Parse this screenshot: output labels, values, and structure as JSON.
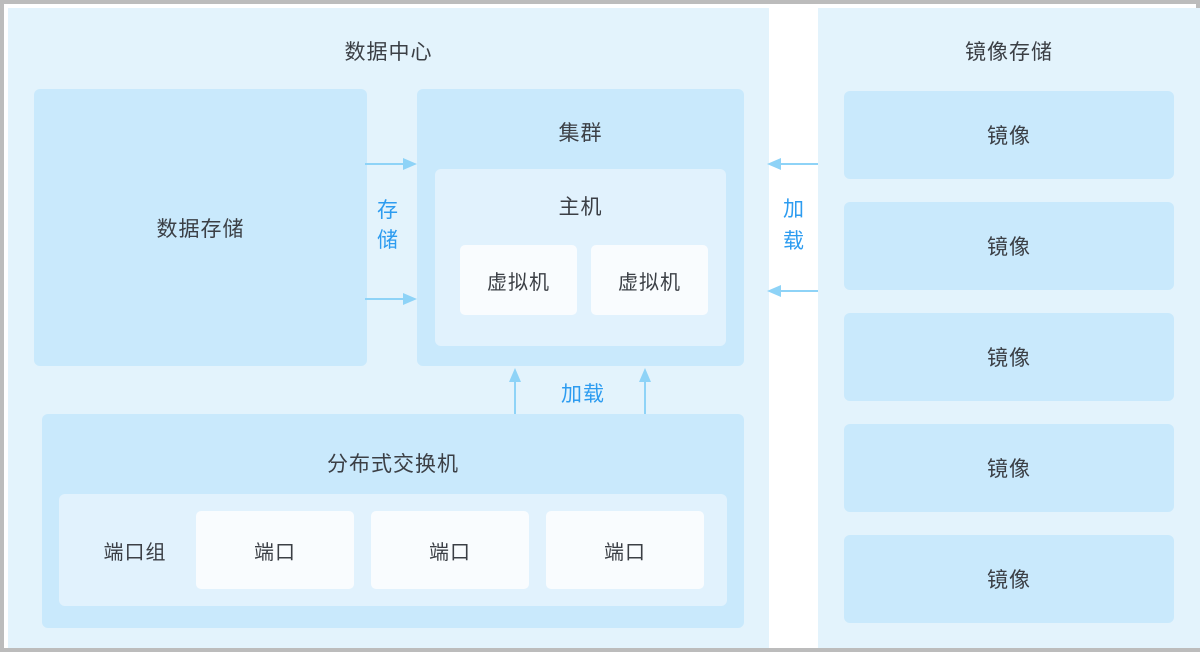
{
  "diagram": {
    "title_data_center": "数据中心",
    "title_image_store": "镜像存储",
    "data_storage": {
      "label": "数据存储"
    },
    "cluster": {
      "label": "集群",
      "host": {
        "label": "主机",
        "vms": [
          {
            "label": "虚拟机"
          },
          {
            "label": "虚拟机"
          }
        ]
      }
    },
    "distributed_switch": {
      "label": "分布式交换机",
      "port_group_label": "端口组",
      "ports": [
        {
          "label": "端口"
        },
        {
          "label": "端口"
        },
        {
          "label": "端口"
        }
      ]
    },
    "image_store": {
      "items": [
        {
          "label": "镜像"
        },
        {
          "label": "镜像"
        },
        {
          "label": "镜像"
        },
        {
          "label": "镜像"
        },
        {
          "label": "镜像"
        }
      ]
    },
    "connections": {
      "storage_label": "存储",
      "load_label_bottom": "加载",
      "load_label_gap": "加载"
    },
    "colors": {
      "panel_bg": "#e3f3fc",
      "box_bg": "#c9e9fc",
      "inner_bg": "#e1f2fd",
      "leaf_bg": "#f9fcfe",
      "accent_blue": "#2d9cf0",
      "arrow_blue": "#8ed3f7",
      "text_dark": "#3b3f45",
      "border_gray": "#bcbcbc"
    }
  }
}
